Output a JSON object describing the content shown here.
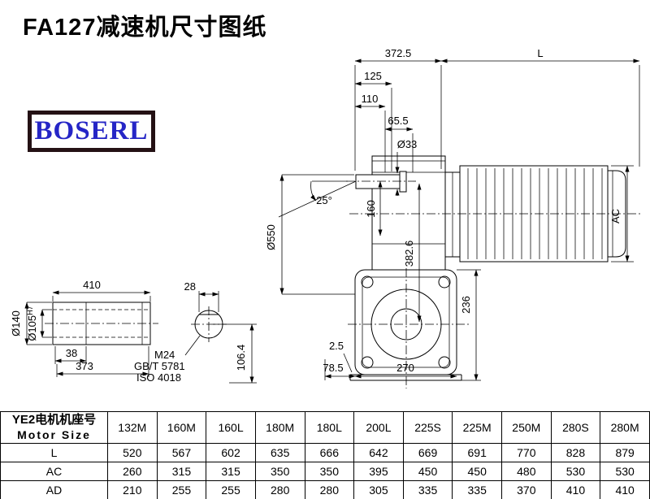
{
  "page": {
    "title": "FA127减速机尺寸图纸",
    "logo": "BOSERL"
  },
  "colors": {
    "logo_text": "#2525c6",
    "logo_border": "#241114",
    "line": "#000000"
  },
  "drawing": {
    "main": {
      "overall_width": "372.5",
      "motor_length_label": "L",
      "dim_125": "125",
      "dim_110": "110",
      "dim_65_5": "65.5",
      "shaft_diameter": "Ø33",
      "dim_160": "160",
      "angle": "25°",
      "swing_diameter": "Ø550",
      "dim_382_6": "382.6",
      "motor_diameter_label": "AC",
      "dim_236": "236",
      "dim_2_5": "2.5",
      "dim_78_5": "78.5",
      "dim_270": "270"
    },
    "shaft": {
      "dim_410": "410",
      "outer_diameter": "Ø140",
      "bore_diameter": "Ø105",
      "bore_tolerance": "H7",
      "dim_38": "38",
      "dim_373": "373",
      "keyway_width": "28",
      "callout_line1": "M24",
      "callout_line2": "GB/T 5781",
      "callout_line3": "ISO 4018",
      "dim_106_4": "106.4"
    }
  },
  "table": {
    "header": {
      "line1": "YE2电机机座号",
      "line2": "Motor Size"
    },
    "columns": [
      "132M",
      "160M",
      "160L",
      "180M",
      "180L",
      "200L",
      "225S",
      "225M",
      "250M",
      "280S",
      "280M"
    ],
    "rows": [
      {
        "label": "L",
        "values": [
          "520",
          "567",
          "602",
          "635",
          "666",
          "642",
          "669",
          "691",
          "770",
          "828",
          "879"
        ]
      },
      {
        "label": "AC",
        "values": [
          "260",
          "315",
          "315",
          "350",
          "350",
          "395",
          "450",
          "450",
          "480",
          "530",
          "530"
        ]
      },
      {
        "label": "AD",
        "values": [
          "210",
          "255",
          "255",
          "280",
          "280",
          "305",
          "335",
          "335",
          "370",
          "410",
          "410"
        ]
      }
    ]
  }
}
